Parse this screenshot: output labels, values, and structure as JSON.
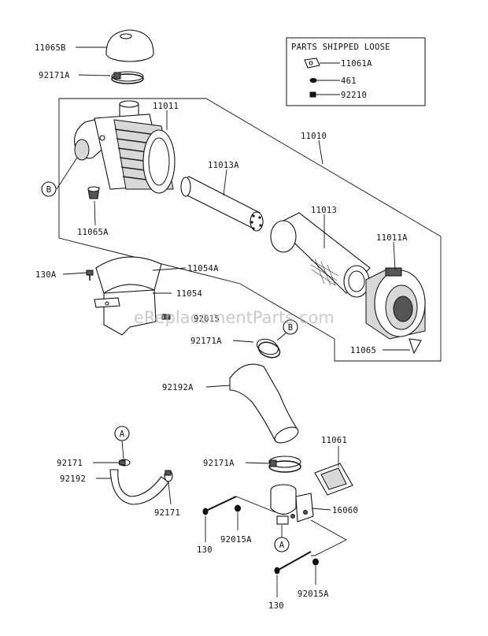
{
  "loose_box": {
    "title": "PARTS SHIPPED LOOSE",
    "items": [
      "11061A",
      "461",
      "92210"
    ]
  },
  "labels": {
    "p11065B": "11065B",
    "p92171A_top": "92171A",
    "p11011": "11011",
    "p11010": "11010",
    "p11013A": "11013A",
    "p11065A": "11065A",
    "p11013": "11013",
    "p11011A": "11011A",
    "p130A": "130A",
    "p11054A": "11054A",
    "p11054": "11054",
    "p92015": "92015",
    "p92171A_mid": "92171A",
    "p11065": "11065",
    "p92192A": "92192A",
    "p11061": "11061",
    "p92171_a": "92171",
    "p92192": "92192",
    "p92171_b": "92171",
    "p92171A_low": "92171A",
    "p16060": "16060",
    "p130_a": "130",
    "p92015A_a": "92015A",
    "p130_b": "130",
    "p92015A_b": "92015A"
  },
  "callouts": {
    "b_left": "B",
    "b_mid": "B",
    "a_left": "A",
    "a_bottom": "A"
  },
  "watermark": "eReplacementParts.com"
}
